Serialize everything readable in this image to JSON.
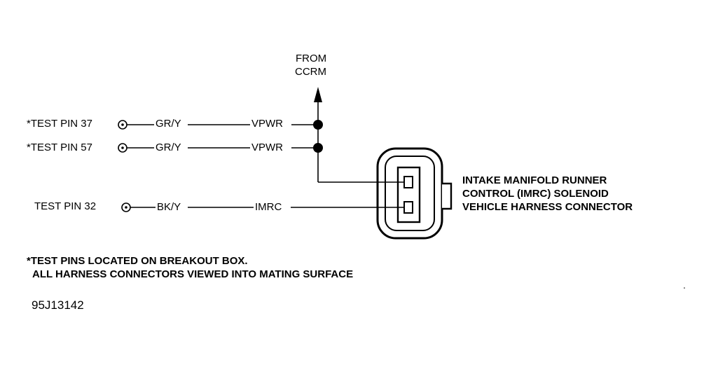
{
  "source": {
    "line1": "FROM",
    "line2": "CCRM"
  },
  "pins": [
    {
      "label": "*TEST PIN 37",
      "color_code": "GR/Y",
      "circuit": "VPWR"
    },
    {
      "label": "*TEST PIN 57",
      "color_code": "GR/Y",
      "circuit": "VPWR"
    },
    {
      "label": "TEST PIN 32",
      "color_code": "BK/Y",
      "circuit": "IMRC"
    }
  ],
  "connector": {
    "line1": "INTAKE MANIFOLD RUNNER",
    "line2": "CONTROL (IMRC) SOLENOID",
    "line3": "VEHICLE HARNESS CONNECTOR"
  },
  "notes": {
    "line1": "*TEST PINS LOCATED ON BREAKOUT BOX.",
    "line2": "ALL HARNESS CONNECTORS VIEWED INTO MATING SURFACE"
  },
  "figure_id": "95J13142"
}
